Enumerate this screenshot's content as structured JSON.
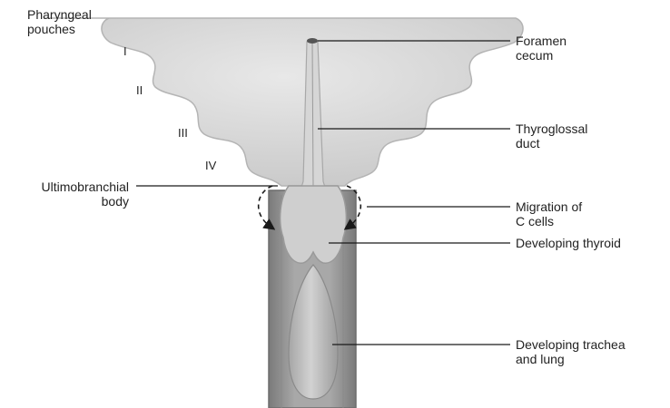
{
  "colors": {
    "pharynx_fill": "#dcdcdc",
    "pharynx_stroke": "#b4b4b4",
    "trachea_fill": "#9a9a9a",
    "thyroid_fill": "#cfcfcf",
    "lung_fill": "#c2c2c2",
    "leader_line": "#1a1a1a",
    "text": "#222222"
  },
  "labels": {
    "pharyngeal_pouches": [
      "Pharyngeal",
      "pouches"
    ],
    "ultimobranchial_body": [
      "Ultimobranchial",
      "body"
    ],
    "foramen_cecum": [
      "Foramen",
      "cecum"
    ],
    "thyroglossal_duct": [
      "Thyroglossal",
      "duct"
    ],
    "migration_c_cells": [
      "Migration of",
      "C cells"
    ],
    "developing_thyroid": [
      "Developing thyroid"
    ],
    "developing_trachea": [
      "Developing trachea",
      "and lung"
    ]
  },
  "pouch_numerals": [
    "I",
    "II",
    "III",
    "IV"
  ]
}
